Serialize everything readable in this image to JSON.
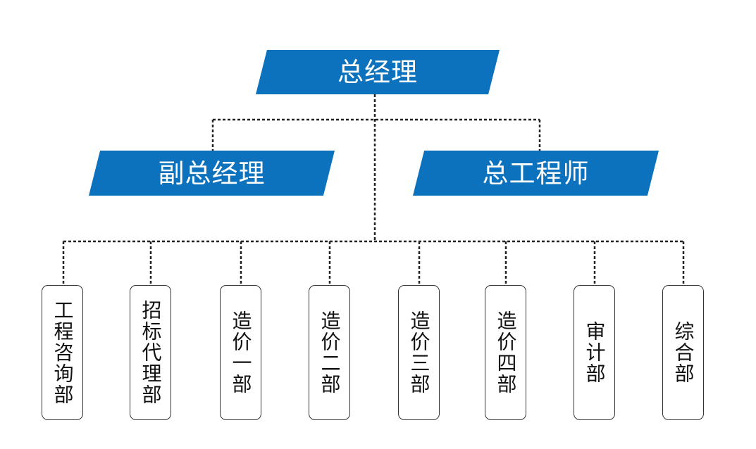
{
  "chart": {
    "top": {
      "label": "总经理"
    },
    "deputies": [
      {
        "label": "副总经理"
      },
      {
        "label": "总工程师"
      }
    ],
    "departments": [
      {
        "label": "工程咨询部"
      },
      {
        "label": "招标代理部"
      },
      {
        "label": "造价一部"
      },
      {
        "label": "造价二部"
      },
      {
        "label": "造价三部"
      },
      {
        "label": "造价四部"
      },
      {
        "label": "审计部"
      },
      {
        "label": "综合部"
      }
    ]
  },
  "colors": {
    "banner": "#0d72bd",
    "banner_text": "#ffffff",
    "connector": "#222222",
    "department_border": "#333333"
  }
}
